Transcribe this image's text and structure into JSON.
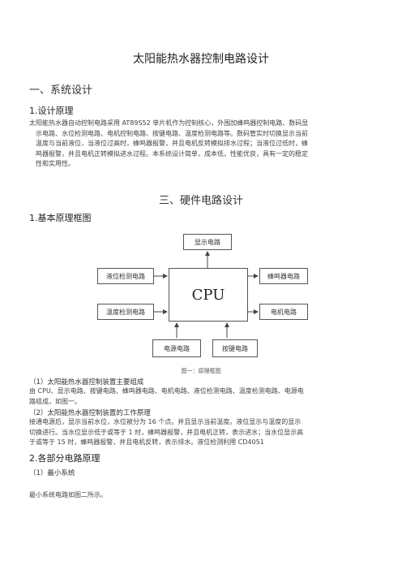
{
  "doc": {
    "title": "太阳能热水器控制电路设计",
    "section1": "一、系统设计",
    "sub1": "1.设计原理",
    "para1_lines": [
      "太阳能热水器自动控制电路采用 AT89S52 单片机作为控制核心，外围加蜂鸣器控制电路、数码显",
      "示电路、水位检测电路、电机控制电路、按键电路、温度检测电路等。数码管实时切换显示当前",
      "温度与当前液位，当液位过高时，蜂鸣器报警，并且电机反转模拟排水过程；当液位过低时，蜂",
      "鸣器报警，并且电机正转模拟进水过程。本系统设计简单，成本低，性能优良，具有一定的稳定",
      "性和实用性。"
    ],
    "section3": "三、硬件电路设计",
    "sub_block": "1.基本原理框图",
    "diagram": {
      "display": "显示电路",
      "level": "液位检测电路",
      "buzzer": "蜂鸣器电路",
      "cpu": "CPU",
      "temp": "温度检测电路",
      "motor": "电机电路",
      "power": "电源电路",
      "keys": "按键电路"
    },
    "caption": "图一：原理框图",
    "item1_title": "（1）太阳能热水器控制装置主要组成",
    "item1_lines": [
      "由 CPU、显示电路、按键电路、蜂鸣器电路、电机电路、液位检测电路、温度检测电路、电源电",
      "路组成，如图一。"
    ],
    "item2_title": "（2）太阳能热水器控制装置的工作原理",
    "item2_lines": [
      "接通电源后，显示当前水位，水位被分为 16 个点。并且显示当前温度。液位显示与温度的显示",
      "切换进行。当水位显示低于或等于 1 时，蜂鸣器报警，并且电机正转，表示进水；当水位显示高",
      "于或等于 15 时，蜂鸣器报警，并且电机反转，表示排水。液位检测利用 CD4051"
    ],
    "sub2": "2.各部分电路原理",
    "item3_title": "（1）最小系统",
    "para_last": "最小系统电路如图二所示。"
  }
}
